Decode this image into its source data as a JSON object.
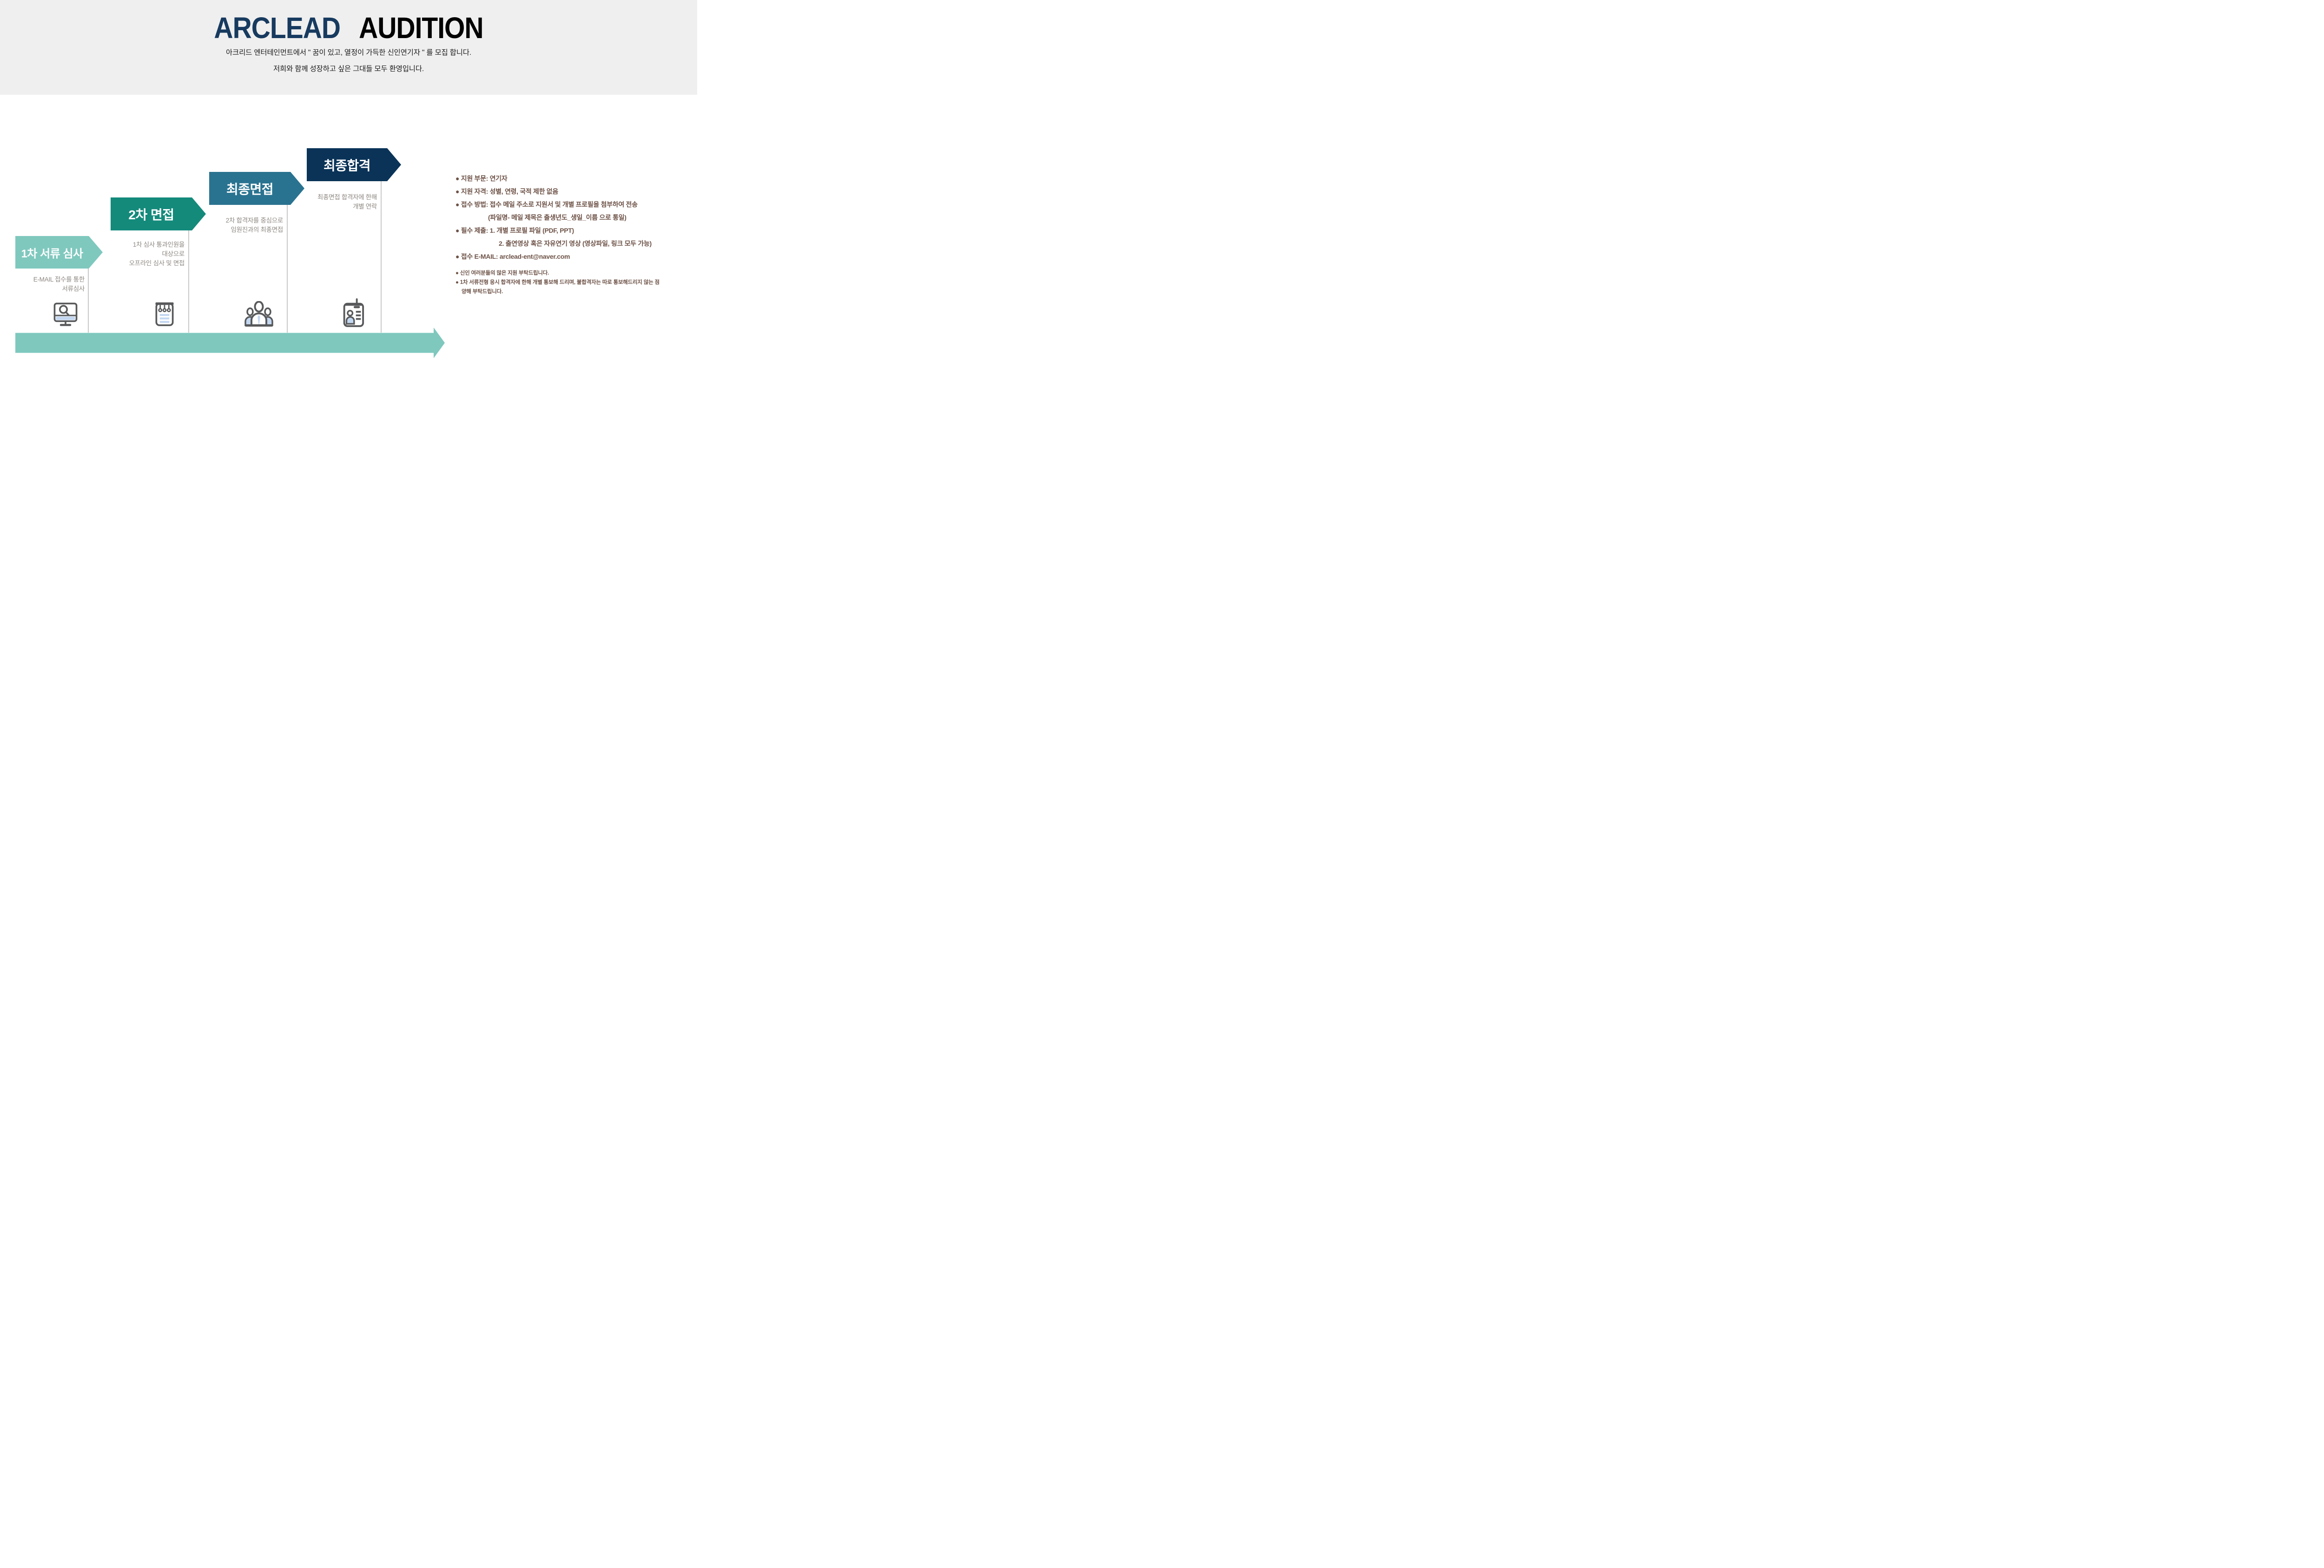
{
  "header": {
    "bg_color": "#efefef",
    "title": {
      "primary": "ARCLEAD",
      "secondary": "AUDITION",
      "primary_color": "#173a5f",
      "secondary_color": "#000000"
    },
    "subtitle_lines": [
      "아크리드 엔터테인먼트에서 \" 꿈이 있고, 열정이 가득한 신인연기자 \" 를 모집 합니다.",
      "저희와 함께 성장하고 싶은 그대들 모두 환영입니다."
    ]
  },
  "process": {
    "steps": [
      {
        "label": "1차 서류 심사",
        "color": "#7fc8be",
        "icon": "monitor-search-icon",
        "desc": [
          "E-MAIL 접수를 통한",
          "서류심사"
        ]
      },
      {
        "label": "2차 면접",
        "color": "#148a7b",
        "icon": "notepad-icon",
        "desc": [
          "1차 심사 통과인원을",
          "대상으로",
          "오프라인 심사 및 면접"
        ]
      },
      {
        "label": "최종면접",
        "color": "#2a7390",
        "icon": "people-group-icon",
        "desc": [
          "2차 합격자를 중심으로",
          "임원진과의 최종면접"
        ]
      },
      {
        "label": "최종합격",
        "color": "#0a3357",
        "icon": "id-badge-icon",
        "desc": [
          "최종면접 합격자에 한해",
          "개별 연락"
        ]
      }
    ],
    "timeline_arrow_color": "#7fc8be",
    "divider_color": "#c9c9c9"
  },
  "details": {
    "text_color": "#6e5348",
    "bullets": [
      {
        "text": "● 지원 부문: 연기자"
      },
      {
        "text": "● 지원 자격: 성별, 연령, 국적 제한 없음"
      },
      {
        "text": "● 접수 방법: 접수 메일 주소로 지원서 및 개별 프로필을 첨부하여 전송"
      },
      {
        "text": "(파일명- 메일 제목은 출생년도_생일_이름 으로 통일)"
      },
      {
        "text": "● 필수 제출: 1. 개별 프로필 파일 (PDF, PPT)"
      },
      {
        "text": "2. 출연영상 혹은 자유연기 영상 (영상파일, 링크 모두 가능)"
      },
      {
        "text": "● 접수 E-MAIL: arclead-ent@naver.com"
      }
    ],
    "notes": [
      {
        "text": "● 신인 여러분들의 많은 지원 부탁드립니다."
      },
      {
        "text": "● 1차 서류전형 응시 합격자에 한해 개별 통보해 드리며, 불합격자는 따로 통보해드리지 않는 점"
      },
      {
        "text": "양해 부탁드립니다."
      }
    ]
  },
  "icons": {
    "stroke_color": "#58595b",
    "accent_color": "#c3d7f1"
  }
}
